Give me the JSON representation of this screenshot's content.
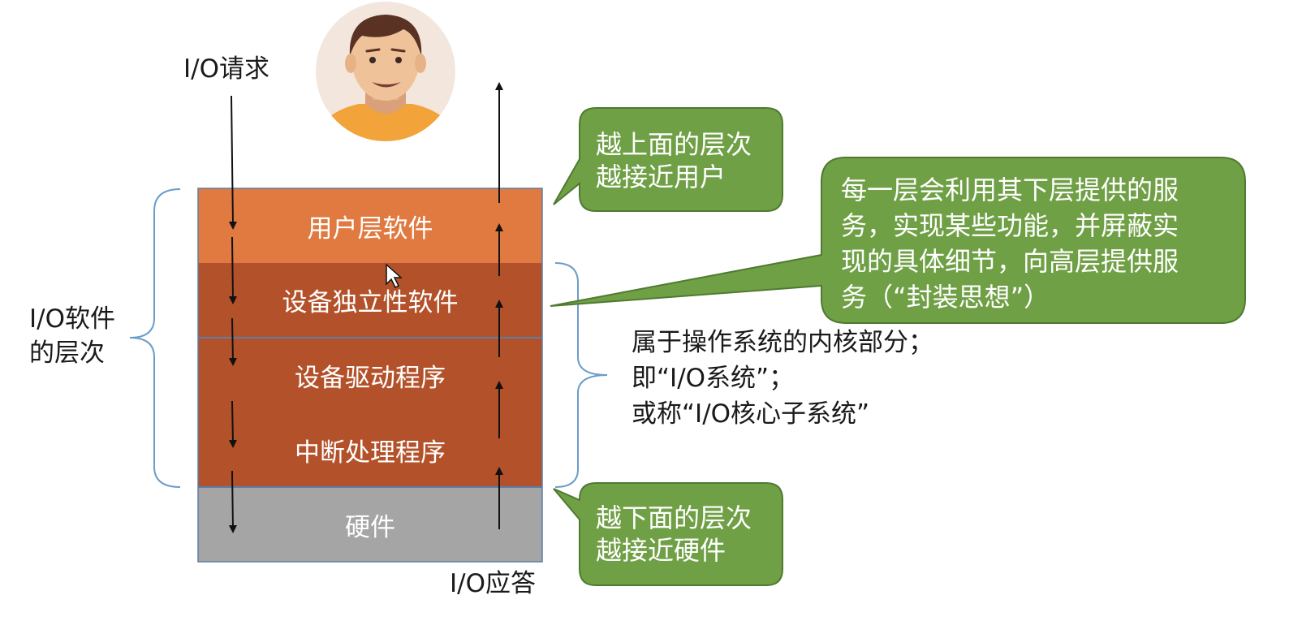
{
  "diagram": {
    "io_request": "I/O请求",
    "io_response": "I/O应答",
    "side_label": [
      "I/O软件",
      "的层次"
    ],
    "layers": [
      {
        "name": "用户层软件",
        "color": "#e07a40"
      },
      {
        "name": "设备独立性软件",
        "color": "#b3522a"
      },
      {
        "name": "设备驱动程序",
        "color": "#b3522a"
      },
      {
        "name": "中断处理程序",
        "color": "#b3522a"
      },
      {
        "name": "硬件",
        "color": "#a5a5a5"
      }
    ],
    "kernel_note": [
      "属于操作系统的内核部分；",
      "即“I/O系统”；",
      "或称“I/O核心子系统”"
    ],
    "callouts": {
      "top": [
        "越上面的层次",
        "越接近用户"
      ],
      "bottom": [
        "越下面的层次",
        "越接近硬件"
      ],
      "service": [
        "每一层会利用其下层提供的服",
        "务，实现某些功能，并屏蔽实",
        "现的具体细节，向高层提供服",
        "务（“封装思想”）"
      ]
    },
    "colors": {
      "callout_green": "#70a046",
      "callout_border": "#4f7a30",
      "brace_blue": "#6a9cc9"
    },
    "icons": {
      "user": "user-avatar-icon"
    }
  }
}
